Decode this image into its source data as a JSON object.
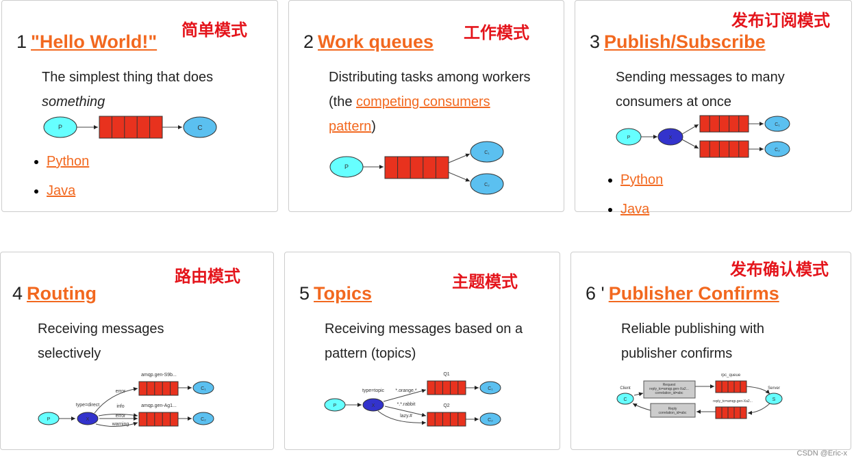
{
  "cards": [
    {
      "num": "1",
      "title": "\"Hello World!\"",
      "tag": "简单模式",
      "desc_a": "The simplest thing that does",
      "desc_em": "something",
      "links": [
        "Python",
        "Java"
      ]
    },
    {
      "num": "2",
      "title": "Work queues",
      "tag": "工作模式",
      "desc_a": "Distributing tasks among workers (the ",
      "desc_link": "competing consumers pattern",
      "desc_b": ")"
    },
    {
      "num": "3",
      "title": "Publish/Subscribe",
      "tag": "发布订阅模式",
      "desc_a": "Sending messages to many consumers at once",
      "links": [
        "Python",
        "Java"
      ]
    },
    {
      "num": "4",
      "title": "Routing",
      "tag": "路由模式",
      "desc_a": "Receiving messages selectively"
    },
    {
      "num": "5",
      "title": "Topics",
      "tag": "主题模式",
      "desc_a": "Receiving messages based on a pattern (topics)"
    },
    {
      "num": "6 '",
      "title": "Publisher Confirms",
      "tag": "发布确认模式",
      "desc_a": "Reliable publishing with publisher confirms"
    }
  ],
  "diagrams": {
    "p": "P",
    "c": "C",
    "x": "X",
    "c1": "C₁",
    "c2": "C₂",
    "s": "S",
    "routing": {
      "type": "type=direct",
      "q1": "amqp.gen-S9b...",
      "q2": "amqp.gen-Ag1...",
      "k1": "error",
      "k2": "info",
      "k3": "error",
      "k4": "warning"
    },
    "topics": {
      "type": "type=topic",
      "q1": "Q1",
      "q2": "Q2",
      "k1": "*.orange.*",
      "k2": "*.*.rabbit",
      "k3": "lazy.#"
    },
    "rpc": {
      "client": "Client",
      "server": "Server",
      "queue": "rpc_queue",
      "req1": "Request",
      "req2": "reply_to=amqp.gen-Xa2...",
      "req3": "correlation_id=abc",
      "reply_q": "reply_to=amqp.gen-Xa2...",
      "rep1": "Reply",
      "rep2": "correlation_id=abc"
    }
  },
  "colors": {
    "link": "#f2681f",
    "tag": "#e4141b",
    "queue": "#e8321e",
    "producer": "#66ffff",
    "exchange": "#3333cc",
    "consumer": "#5bc0f0"
  },
  "footer": "CSDN @Eric-x"
}
